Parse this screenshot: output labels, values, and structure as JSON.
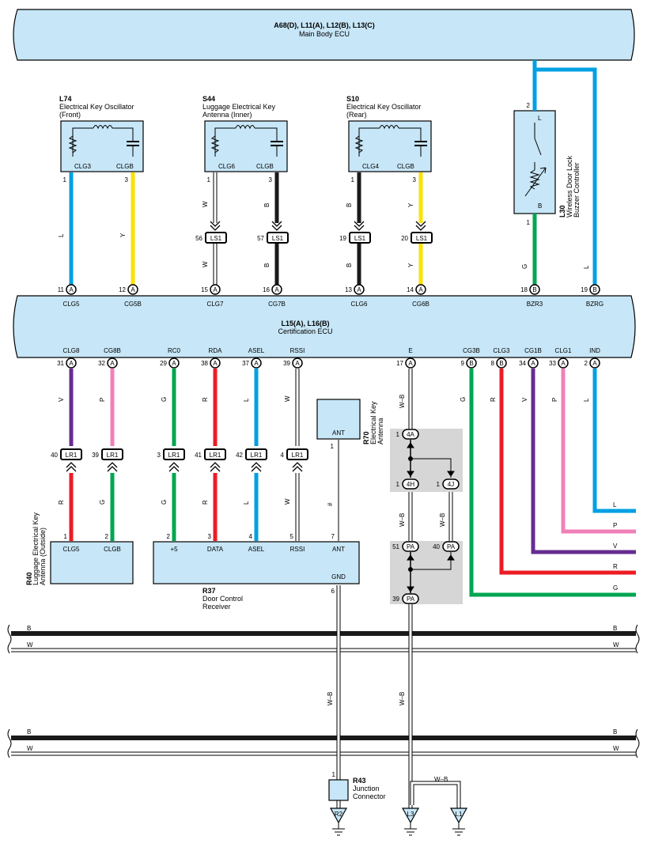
{
  "main_body_ecu": {
    "code": "A68(D), L11(A), L12(B), L13(C)",
    "name": "Main Body ECU"
  },
  "cert_ecu": {
    "code": "L15(A), L16(B)",
    "name": "Certification ECU"
  },
  "l74": {
    "code": "L74",
    "name1": "Electrical Key Oscillator",
    "name2": "(Front)",
    "pin1": "CLG3",
    "pin2": "CLGB"
  },
  "s44": {
    "code": "S44",
    "name1": "Luggage Electrical Key",
    "name2": "Antenna (Inner)",
    "pin1": "CLG6",
    "pin2": "CLGB"
  },
  "s10": {
    "code": "S10",
    "name1": "Electrical Key Oscillator",
    "name2": "(Rear)",
    "pin1": "CLG4",
    "pin2": "CLGB"
  },
  "l30": {
    "code": "L30",
    "name1": "Wireless Door Lock",
    "name2": "Buzzer Controller",
    "pinL": "L",
    "pinB": "B"
  },
  "r70": {
    "code": "R70",
    "name1": "Electrical Key",
    "name2": "Antenna",
    "pin": "ANT"
  },
  "r40": {
    "code": "R40",
    "name1": "Luggage Electrical Key",
    "name2": "Antenna (Outside)",
    "pin1": "CLG5",
    "pin2": "CLGB"
  },
  "r37": {
    "code": "R37",
    "name1": "Door Control",
    "name2": "Receiver",
    "p5": "+5",
    "pdata": "DATA",
    "pasel": "ASEL",
    "prssi": "RSSI",
    "pant": "ANT",
    "pgnd": "GND"
  },
  "r43": {
    "code": "R43",
    "name1": "Junction",
    "name2": "Connector"
  },
  "cert_top_pins": [
    {
      "num": "11",
      "conn": "A",
      "name": "CLG5"
    },
    {
      "num": "12",
      "conn": "A",
      "name": "CG5B"
    },
    {
      "num": "15",
      "conn": "A",
      "name": "CLG7"
    },
    {
      "num": "16",
      "conn": "A",
      "name": "CG7B"
    },
    {
      "num": "13",
      "conn": "A",
      "name": "CLG6"
    },
    {
      "num": "14",
      "conn": "A",
      "name": "CG6B"
    },
    {
      "num": "18",
      "conn": "B",
      "name": "BZR3"
    },
    {
      "num": "19",
      "conn": "B",
      "name": "BZRG"
    }
  ],
  "cert_bottom_pins": [
    {
      "num": "31",
      "conn": "A",
      "name": "CLG8"
    },
    {
      "num": "32",
      "conn": "A",
      "name": "CG8B"
    },
    {
      "num": "29",
      "conn": "A",
      "name": "RC0"
    },
    {
      "num": "38",
      "conn": "A",
      "name": "RDA"
    },
    {
      "num": "37",
      "conn": "A",
      "name": "ASEL"
    },
    {
      "num": "39",
      "conn": "A",
      "name": "RSSI"
    },
    {
      "num": "17",
      "conn": "A",
      "name": "E"
    },
    {
      "num": "9",
      "conn": "B",
      "name": "CG3B"
    },
    {
      "num": "8",
      "conn": "B",
      "name": "CLG3"
    },
    {
      "num": "34",
      "conn": "A",
      "name": "CG1B"
    },
    {
      "num": "33",
      "conn": "A",
      "name": "CLG1"
    },
    {
      "num": "2",
      "conn": "A",
      "name": "IND"
    }
  ],
  "inline_connectors": {
    "ls1": "LS1",
    "lr1": "LR1",
    "j4a": "4A",
    "j4h": "4H",
    "j4j": "4J",
    "jpa": "PA",
    "ls1_pins": [
      "56",
      "57",
      "19",
      "20"
    ],
    "lr1_pins": [
      "40",
      "39",
      "3",
      "41",
      "42",
      "4"
    ]
  },
  "pin_numbers": {
    "one": "1",
    "two": "2",
    "three": "3",
    "four": "4",
    "five": "5",
    "six": "6",
    "seven": "7",
    "fiftyone": "51",
    "forty": "40",
    "thirtynine": "39"
  },
  "wire_colors": {
    "L": "L",
    "Y": "Y",
    "W": "W",
    "B": "B",
    "G": "G",
    "V": "V",
    "P": "P",
    "R": "R",
    "WB": "W–B",
    "shield": "#"
  },
  "grounds": {
    "r2": "R2",
    "l3": "L3",
    "l1": "L1"
  },
  "colors": {
    "ecu_fill": "#c7e6f7",
    "blue": "#00a0e3",
    "yellow": "#ffe000",
    "black": "#1a1a1a",
    "green": "#00a651",
    "violet": "#662d91",
    "pink": "#f080b8",
    "red": "#ed1c24",
    "grey": "#d6d6d6"
  }
}
